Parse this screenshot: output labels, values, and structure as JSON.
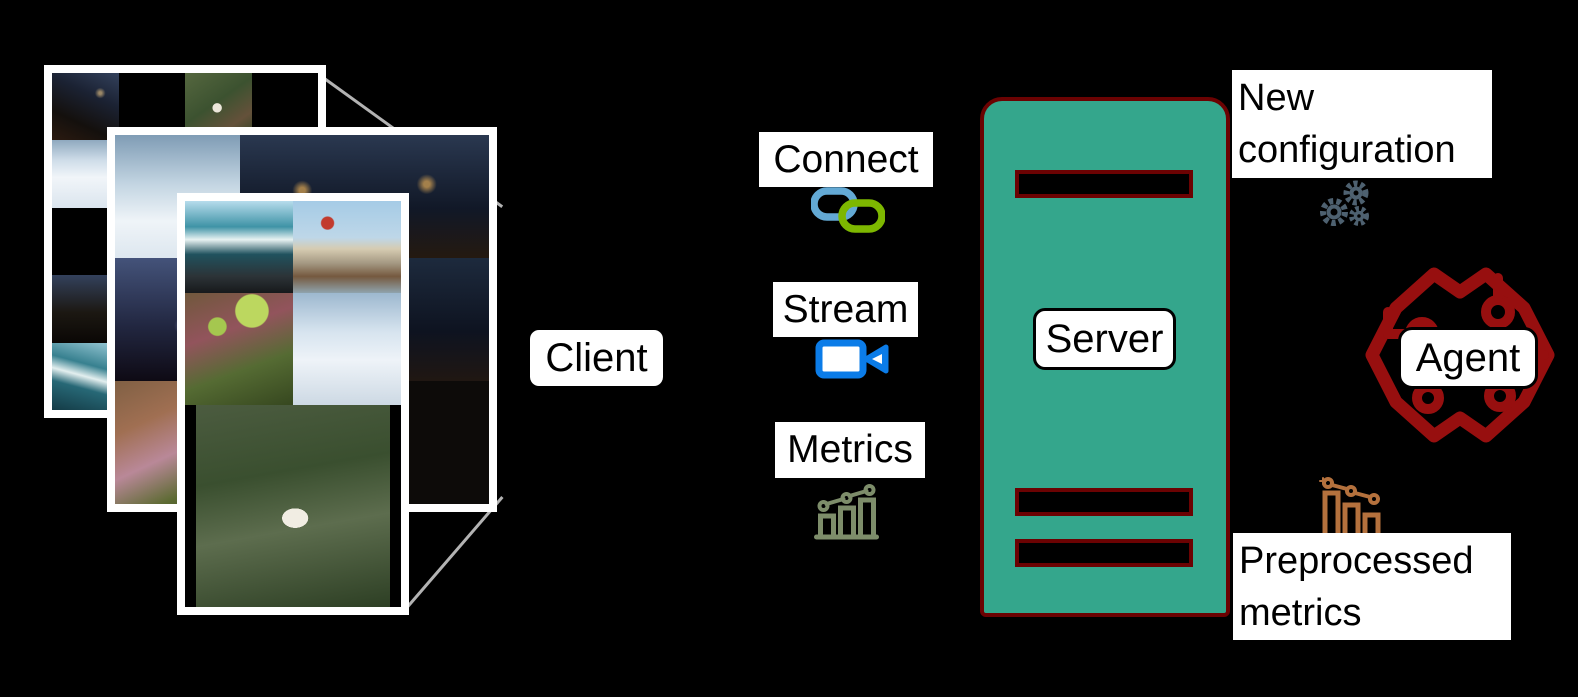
{
  "colors": {
    "background": "#000000",
    "panel": "#ffffff",
    "text": "#000000",
    "server_fill": "#34a68c",
    "maroon": "#6b0202",
    "agent_red": "#970f0f",
    "link_blue": "#63a9d4",
    "link_green": "#7db700",
    "video_blue": "#0b7ce8",
    "metrics_sage": "#7d8d6a",
    "gears_slate": "#4e6170",
    "metrics_brown": "#b4713d",
    "line_gray": "#b3b3b3"
  },
  "client": {
    "label": "Client"
  },
  "channels": [
    {
      "label": "Connect",
      "icon": "chain-link-icon"
    },
    {
      "label": "Stream",
      "icon": "video-camera-icon"
    },
    {
      "label": "Metrics",
      "icon": "bar-chart-rising-icon"
    }
  ],
  "server": {
    "label": "Server",
    "slots": 3
  },
  "agent": {
    "label": "Agent",
    "icon": "circuit-hexagons-icon"
  },
  "annotations": {
    "new_configuration": {
      "lines": [
        "New",
        "configuration"
      ],
      "icon": "gears-icon"
    },
    "preprocessed_metrics": {
      "lines": [
        "Preprocessed",
        "metrics"
      ],
      "icon": "bar-chart-falling-icon"
    }
  },
  "collages": [
    {
      "tiles": [
        "night-street",
        "black",
        "foliage-duck",
        "black",
        "snow-slope",
        "snow-slope",
        "night-beams",
        "night-beams",
        "black",
        "night-city",
        "black",
        "black",
        "night-crowd",
        "dark",
        "black",
        "black",
        "ocean-wave",
        "dark",
        "black",
        "black"
      ]
    },
    {
      "tiles": [
        "snow-panorama",
        "night-lamps",
        "night-city",
        "dark-foliage",
        "night-beams",
        "autumn-garden",
        "night-crowd",
        "dark"
      ]
    },
    {
      "tiles": [
        "ocean-breakwater",
        "lighthouse-city",
        "garden-leaves",
        "snowy-trees",
        "duck-ivy"
      ]
    }
  ]
}
